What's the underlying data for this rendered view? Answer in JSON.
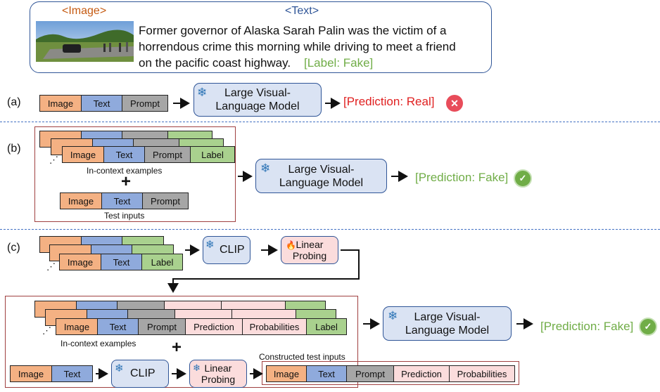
{
  "top": {
    "image_label": "<Image>",
    "text_label": "<Text>",
    "text_line1": "Former governor of Alaska Sarah Palin was the victim of a",
    "text_line2": "horrendous crime this morning while driving to meet a friend",
    "text_line3": "on the pacific coast highway.",
    "label": "[Label: Fake]"
  },
  "cells": {
    "image": "Image",
    "text": "Text",
    "prompt": "Prompt",
    "label": "Label",
    "prediction": "Prediction",
    "probabilities": "Probabilities"
  },
  "sections": {
    "a": "(a)",
    "b": "(b)",
    "c": "(c)"
  },
  "model": {
    "line1": "Large Visual-",
    "line2": "Language Model"
  },
  "clip": "CLIP",
  "probe": {
    "line1": "Linear",
    "line2": "Probing"
  },
  "predictions": {
    "a": "[Prediction: Real]",
    "b": "[Prediction: Fake]",
    "c": "[Prediction: Fake]"
  },
  "captions": {
    "in_context": "In-context examples",
    "test_inputs": "Test inputs",
    "constructed": "Constructed test inputs"
  },
  "plus": "+",
  "ellipsis": "⋰",
  "icons": {
    "frozen": "snowflake-icon",
    "trainable": "flame-icon",
    "wrong": "x-circle-icon",
    "right": "check-circle-icon"
  },
  "colors": {
    "image": "#f4b183",
    "text": "#8faadc",
    "prompt": "#a6a6a6",
    "label": "#a9d18e",
    "prediction": "#fbdcdc",
    "wrong_red": "#e02020",
    "fake_green": "#70ad47"
  }
}
